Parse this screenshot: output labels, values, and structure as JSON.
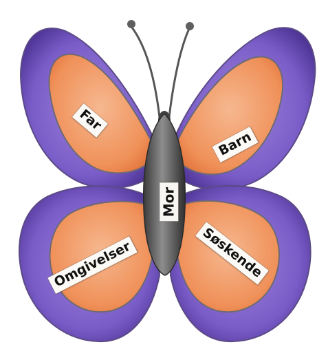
{
  "diagram": {
    "labels": {
      "far": "Far",
      "barn": "Barn",
      "mor": "Mor",
      "omgivelser": "Omgivelser",
      "soskende": "Søskende"
    }
  },
  "colors": {
    "wing_outer": "#7a5cc8",
    "wing_outer_dark": "#4f3596",
    "wing_inner": "#f0915a",
    "wing_inner_light": "#f6b88f",
    "wing_outline": "#6e6a73",
    "body": "#4a4a4a",
    "body_light": "#8d8d8d",
    "antenna": "#555555",
    "label_bg": "#fbfaf6"
  }
}
